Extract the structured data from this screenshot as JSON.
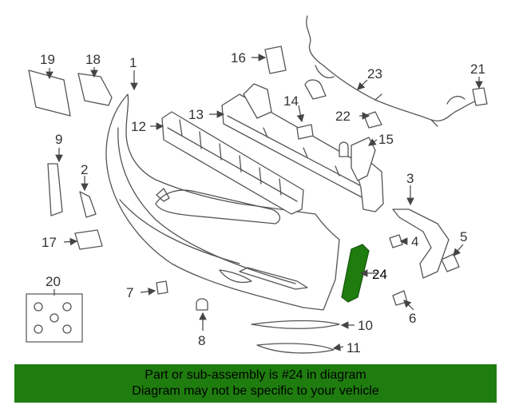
{
  "colors": {
    "highlight": "#1e7d0e",
    "banner": "#1e7d0e",
    "line": "#555555"
  },
  "callouts": {
    "c1": "1",
    "c2": "2",
    "c3": "3",
    "c4": "4",
    "c5": "5",
    "c6": "6",
    "c7": "7",
    "c8": "8",
    "c9": "9",
    "c10": "10",
    "c11": "11",
    "c12": "12",
    "c13": "13",
    "c14": "14",
    "c15": "15",
    "c16": "16",
    "c17": "17",
    "c18": "18",
    "c19": "19",
    "c20": "20",
    "c21": "21",
    "c22": "22",
    "c23": "23",
    "c24": "24"
  },
  "banner": {
    "line1": "Part or sub-assembly is #24 in diagram",
    "line2": "Diagram may not be specific to your vehicle"
  }
}
